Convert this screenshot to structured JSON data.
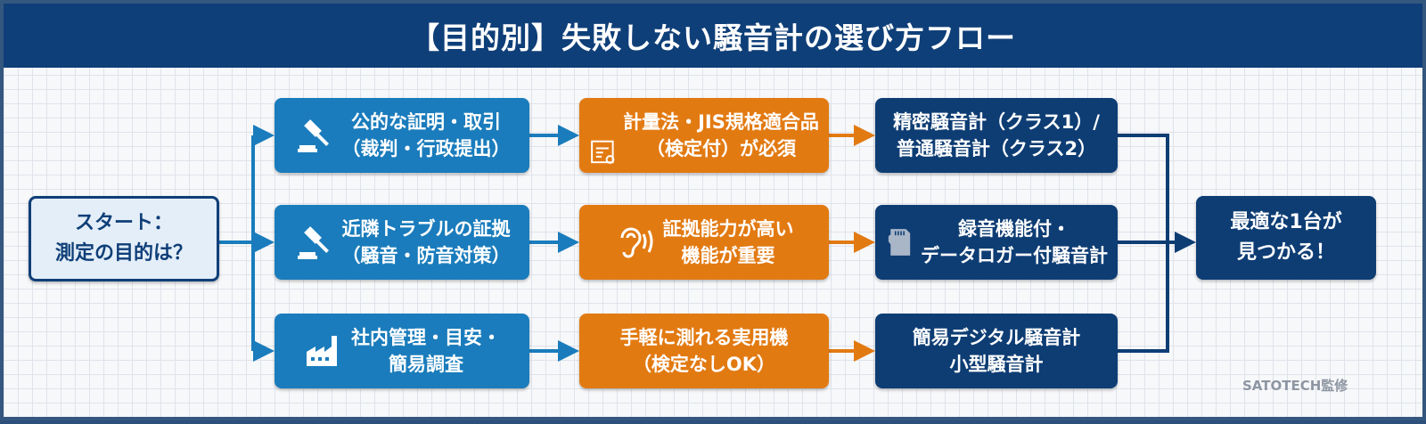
{
  "title": "【目的別】失敗しない騒音計の選び方フロー",
  "start": {
    "line1": "スタート：",
    "line2": "測定の目的は？"
  },
  "purposes": [
    {
      "icon": "gavel-icon",
      "line1": "公的な証明・取引",
      "line2": "（裁判・行政提出）"
    },
    {
      "icon": "gavel-icon",
      "line1": "近隣トラブルの証拠",
      "line2": "（騒音・防音対策）"
    },
    {
      "icon": "factory-icon",
      "line1": "社内管理・目安・",
      "line2": "簡易調査"
    }
  ],
  "requirements": [
    {
      "icon": "certificate-icon",
      "line1": "計量法・JIS規格適合品",
      "line2": "（検定付）が必須"
    },
    {
      "icon": "ear-icon",
      "line1": "証拠能力が高い",
      "line2": "機能が重要"
    },
    {
      "line1": "手軽に測れる実用機",
      "line2": "（検定なしOK）"
    }
  ],
  "products": [
    {
      "line1": "精密騒音計（クラス1）/",
      "line2": "普通騒音計（クラス2）"
    },
    {
      "icon": "sd-card-icon",
      "line1": "録音機能付・",
      "line2": "データロガー付騒音計"
    },
    {
      "line1": "簡易デジタル騒音計",
      "line2": "小型騒音計"
    }
  ],
  "final": {
    "line1": "最適な1台が",
    "line2": "見つかる！"
  },
  "watermark": "SATOTECH監修",
  "colors": {
    "title": "#0f3f78",
    "purpose": "#1a7cbc",
    "requirement": "#e27a12",
    "product": "#0e3d74"
  }
}
